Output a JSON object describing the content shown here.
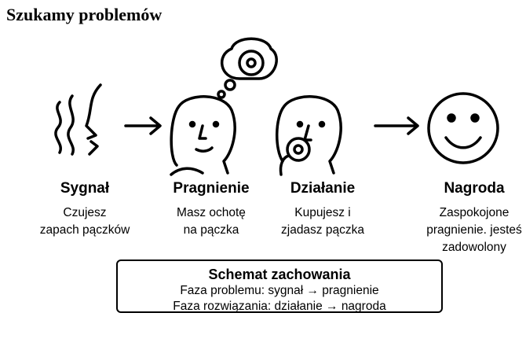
{
  "title": "Szukamy problemów",
  "stages": [
    {
      "label": "Sygnał",
      "desc": [
        "Czujesz",
        "zapach pączków"
      ]
    },
    {
      "label": "Pragnienie",
      "desc": [
        "Masz ochotę",
        "na pączka"
      ]
    },
    {
      "label": "Działanie",
      "desc": [
        "Kupujesz i",
        "zjadasz pączka"
      ]
    },
    {
      "label": "Nagroda",
      "desc": [
        "Zaspokojone",
        "pragnienie. jesteś",
        "zadowolony"
      ]
    }
  ],
  "summary": {
    "heading": "Schemat zachowania",
    "line1": "Faza problemu: sygnał → pragnienie",
    "line2": "Faza rozwiązania: działanie → nagroda"
  }
}
